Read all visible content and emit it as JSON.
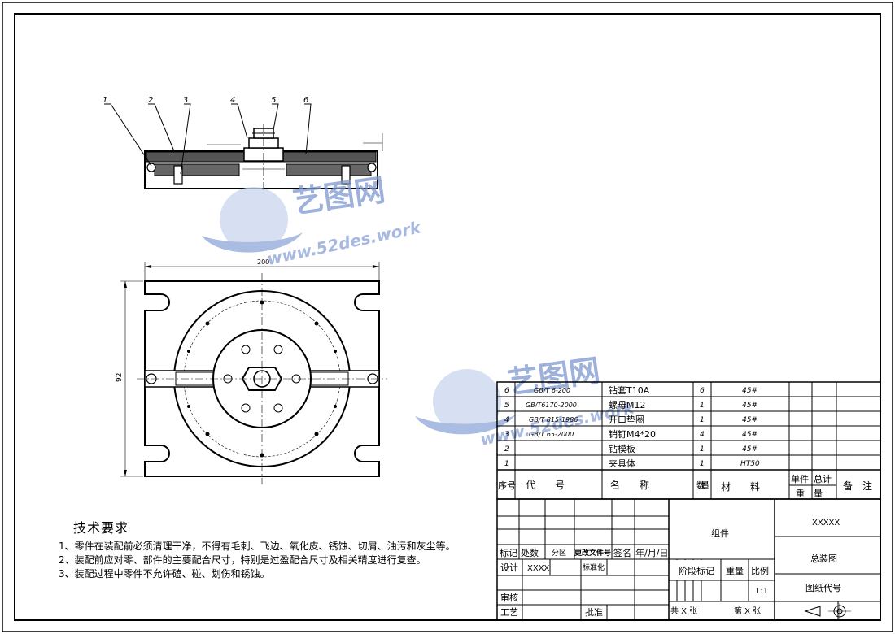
{
  "drawing": {
    "balloons": [
      "1",
      "2",
      "3",
      "4",
      "5",
      "6"
    ],
    "dim_width": "200",
    "dim_height": "92"
  },
  "watermark": {
    "brand": "艺图网",
    "url": "www.52des.work"
  },
  "tech_requirements": {
    "title": "技术要求",
    "items": [
      "1、零件在装配前必须清理干净，不得有毛刺、飞边、氧化皮、锈蚀、切屑、油污和灰尘等。",
      "2、装配前应对零、部件的主要配合尺寸，特别是过盈配合尺寸及相关精度进行复查。",
      "3、装配过程中零件不允许磕、碰、划伤和锈蚀。"
    ]
  },
  "bom": {
    "rows": [
      {
        "no": "6",
        "code": "GB/T 6-200",
        "name": "钻套T10A",
        "qty": "6",
        "material": "45#"
      },
      {
        "no": "5",
        "code": "GB/T6170-2000",
        "name": "螺母M12",
        "qty": "1",
        "material": "45#"
      },
      {
        "no": "4",
        "code": "GB/T 815-1986",
        "name": "开口垫圈",
        "qty": "1",
        "material": "45#"
      },
      {
        "no": "3",
        "code": "GB/T 65-2000",
        "name": "销钉M4*20",
        "qty": "4",
        "material": "45#"
      },
      {
        "no": "2",
        "code": "",
        "name": "钻模板",
        "qty": "1",
        "material": "45#"
      },
      {
        "no": "1",
        "code": "",
        "name": "夹具体",
        "qty": "1",
        "material": "HT50"
      }
    ],
    "headers": {
      "no": "序号",
      "code": "代　　号",
      "name": "名　　称",
      "qty": "数量",
      "material": "材　　料",
      "unit": "单件",
      "total": "总计",
      "weight": "重　量",
      "remark": "备　注"
    }
  },
  "title_block": {
    "mark": "标记",
    "count": "处数",
    "zone": "分区",
    "doc_no": "更改文件号",
    "sign": "签名",
    "date": "年/月/日",
    "design": "设计",
    "designer": "XXXX",
    "standard": "标准化",
    "review": "审核",
    "process": "工艺",
    "approve": "批准",
    "assembly": "组件",
    "stage": "阶段标记",
    "weight": "重量",
    "scale_label": "比例",
    "scale": "1:1",
    "sheets": "共 X 张",
    "sheet_no": "第 X 张",
    "company": "XXXXX",
    "drawing_name": "总装图",
    "drawing_code": "图纸代号"
  }
}
